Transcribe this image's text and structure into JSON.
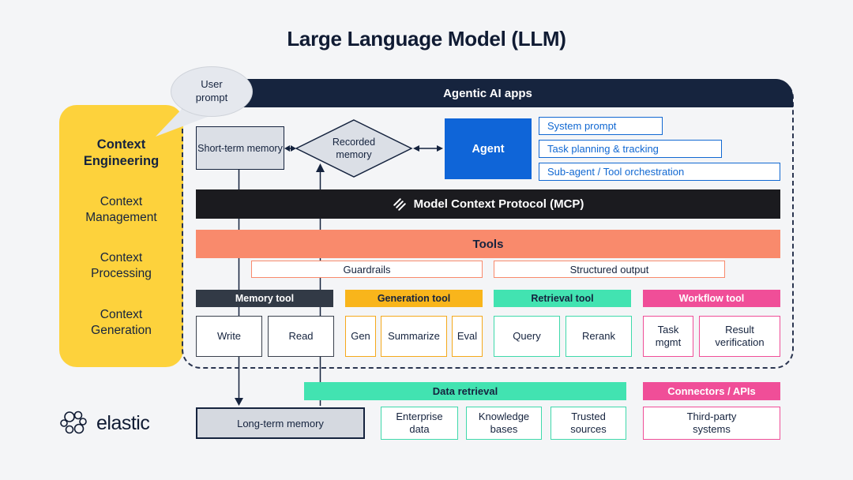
{
  "title": "Large Language Model (LLM)",
  "bubble": {
    "text": "User prompt"
  },
  "panel": {
    "heading": "Context Engineering",
    "items": [
      "Context Management",
      "Context Processing",
      "Context Generation"
    ]
  },
  "agentic": {
    "header": "Agentic AI apps",
    "short_term": "Short-term memory",
    "recorded": "Recorded memory",
    "agent": "Agent",
    "capabilities": [
      "System prompt",
      "Task planning & tracking",
      "Sub-agent / Tool orchestration"
    ],
    "mcp": "Model Context Protocol (MCP)",
    "tools": "Tools",
    "guardrails": "Guardrails",
    "structured_output": "Structured output",
    "tool_groups": [
      {
        "name": "Memory tool",
        "items": [
          "Write",
          "Read"
        ]
      },
      {
        "name": "Generation tool",
        "items": [
          "Gen",
          "Summarize",
          "Eval"
        ]
      },
      {
        "name": "Retrieval tool",
        "items": [
          "Query",
          "Rerank"
        ]
      },
      {
        "name": "Workflow tool",
        "items": [
          "Task mgmt",
          "Result verification"
        ]
      }
    ]
  },
  "bottom": {
    "data_retrieval": "Data retrieval",
    "connectors": "Connectors / APIs",
    "long_term": "Long-term memory",
    "sources": [
      "Enterprise data",
      "Knowledge bases",
      "Trusted sources"
    ],
    "third_party": "Third-party systems"
  },
  "logo": {
    "text": "elastic"
  },
  "colors": {
    "navy": "#16243e",
    "black_bar": "#1b1b1f",
    "salmon": "#f98a6c",
    "yellow_panel": "#fdd23c",
    "amber": "#f9b51b",
    "mint": "#42e3b1",
    "pink": "#f04e98",
    "blue": "#0f65d8",
    "blue_outline": "#1168d2",
    "gray_fill": "#dbdfe6",
    "background": "#f4f5f7"
  }
}
